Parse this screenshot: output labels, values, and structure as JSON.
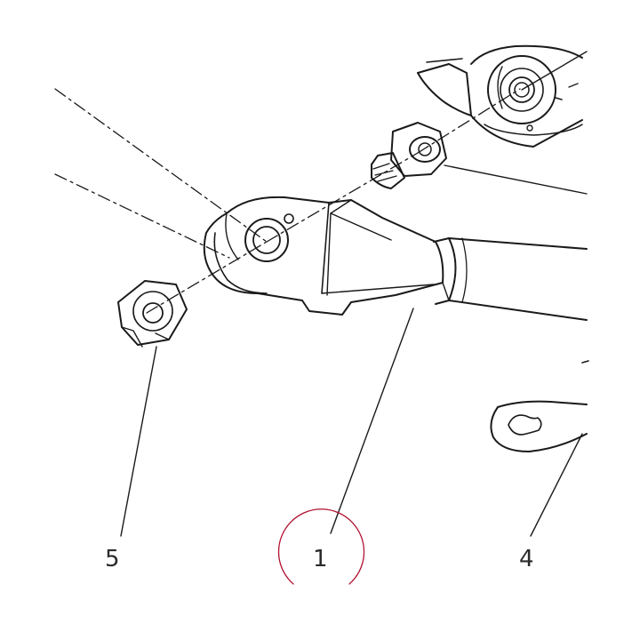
{
  "diagram": {
    "callouts": [
      {
        "id": "5",
        "label": "5"
      },
      {
        "id": "1",
        "label": "1"
      },
      {
        "id": "4",
        "label": "4"
      }
    ],
    "colors": {
      "line": "#1a1a1a",
      "highlight_circle": "#b01030",
      "background": "#ffffff"
    }
  }
}
